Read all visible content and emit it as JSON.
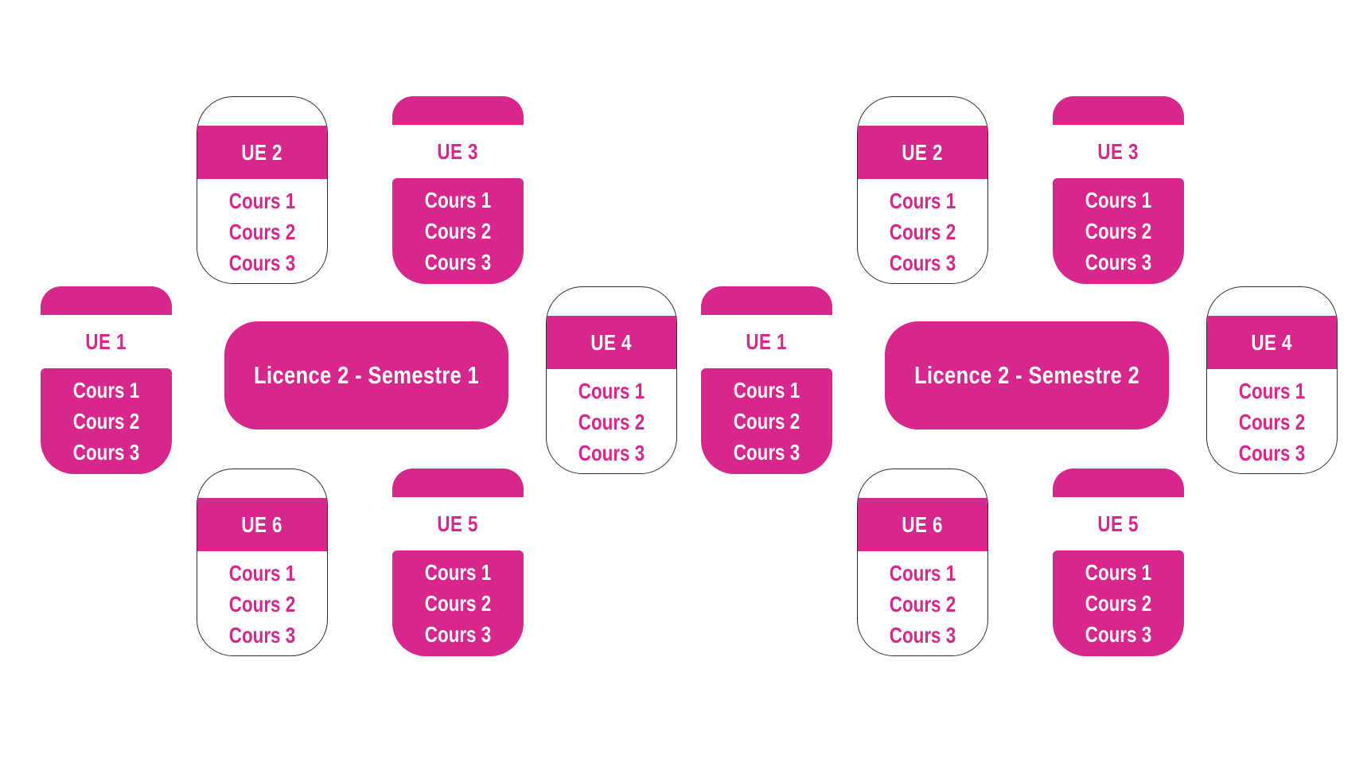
{
  "theme": {
    "accent": "#d7268c",
    "card_outline": "#2d2d2d",
    "background": "#ffffff",
    "text_on_accent": "#ffffff"
  },
  "semesters": [
    {
      "title": "Licence 2 - Semestre 1",
      "ues": [
        {
          "label": "UE 1",
          "courses": [
            "Cours 1",
            "Cours 2",
            "Cours 3"
          ]
        },
        {
          "label": "UE 2",
          "courses": [
            "Cours 1",
            "Cours 2",
            "Cours 3"
          ]
        },
        {
          "label": "UE 3",
          "courses": [
            "Cours 1",
            "Cours 2",
            "Cours 3"
          ]
        },
        {
          "label": "UE 4",
          "courses": [
            "Cours 1",
            "Cours 2",
            "Cours 3"
          ]
        },
        {
          "label": "UE 5",
          "courses": [
            "Cours 1",
            "Cours 2",
            "Cours 3"
          ]
        },
        {
          "label": "UE 6",
          "courses": [
            "Cours 1",
            "Cours 2",
            "Cours 3"
          ]
        }
      ]
    },
    {
      "title": "Licence 2 - Semestre 2",
      "ues": [
        {
          "label": "UE 1",
          "courses": [
            "Cours 1",
            "Cours 2",
            "Cours 3"
          ]
        },
        {
          "label": "UE 2",
          "courses": [
            "Cours 1",
            "Cours 2",
            "Cours 3"
          ]
        },
        {
          "label": "UE 3",
          "courses": [
            "Cours 1",
            "Cours 2",
            "Cours 3"
          ]
        },
        {
          "label": "UE 4",
          "courses": [
            "Cours 1",
            "Cours 2",
            "Cours 3"
          ]
        },
        {
          "label": "UE 5",
          "courses": [
            "Cours 1",
            "Cours 2",
            "Cours 3"
          ]
        },
        {
          "label": "UE 6",
          "courses": [
            "Cours 1",
            "Cours 2",
            "Cours 3"
          ]
        }
      ]
    }
  ]
}
